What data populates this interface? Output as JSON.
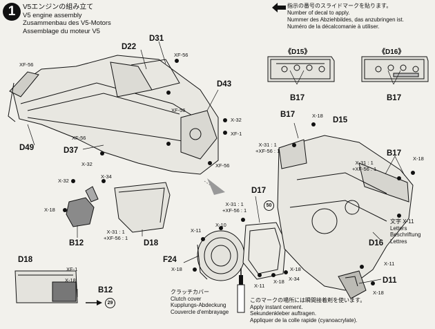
{
  "step": {
    "number": "1"
  },
  "title": {
    "jp": "V5エンジンの組み立て",
    "en": "V5 engine assembly",
    "de": "Zusammenbau des V5-Motors",
    "fr": "Assemblage du moteur V5"
  },
  "decal_legend": {
    "jp": "指示の番号のスライドマークを貼ります。",
    "en": "Number of decal to apply.",
    "de": "Nummer des Abziehbildes, das anzubringen ist.",
    "fr": "Numéro de la décalcomanie à utiliser."
  },
  "insets": {
    "d15": {
      "title": "《D15》",
      "decal": "B17"
    },
    "d16": {
      "title": "《D16》",
      "decal": "B17"
    }
  },
  "part_labels": {
    "d22": "D22",
    "d31": "D31",
    "d43": "D43",
    "d49": "D49",
    "d37": "D37",
    "b12_main": "B12",
    "d18_main": "D18",
    "d17": "D17",
    "f24": "F24",
    "b17_top": "B17",
    "d15": "D15",
    "b17_right": "B17",
    "d16": "D16",
    "d11": "D11",
    "d18_inset": "D18",
    "b12_inset": "B12"
  },
  "screw_labels": {
    "xf56_a": "XF-56",
    "xf56_b": "XF-56",
    "xf56_c": "XF-56",
    "xf56_d": "XF-56",
    "x32_a": "X-32",
    "xf1_a": "XF-1",
    "xf56_e": "XF-56",
    "x32_b": "X-32",
    "x32_c": "X-32",
    "x34_a": "X-34",
    "x18_a": "X-18",
    "x18_b": "X-18",
    "x18_c": "X-18",
    "x18_d": "X-18",
    "x11_a": "X-11",
    "x10_a": "X-10",
    "x18_e": "X-18",
    "x11_b": "X-11",
    "x18_f": "X-18",
    "x34_b": "X-34",
    "x11_c": "X-11",
    "x18_g": "X-18",
    "xf1_b": "XF-1",
    "x18_h": "X-18"
  },
  "mix_labels": {
    "mix_a_1": "X-31 : 1",
    "mix_a_2": "+XF-56 : 1",
    "mix_b_1": "X-31 : 1",
    "mix_b_2": "+XF-56 : 1",
    "mix_c_1": "X-31 : 1",
    "mix_c_2": "+XF-56 : 1",
    "mix_d_1": "X-31 : 1",
    "mix_d_2": "+XF-56 : 1"
  },
  "clutch_cover": {
    "jp": "クラッチカバー",
    "en": "Clutch cover",
    "de": "Kupplungs-Abdeckung",
    "fr": "Couvercle d'embrayage"
  },
  "cement_note": {
    "jp": "このマークの場所には瞬間接着剤を使います。",
    "en": "Apply instant cement.",
    "de": "Sekundenkleber auftragen.",
    "fr": "Appliquer de la colle rapide (cyanoacrylate)."
  },
  "letters_note": {
    "jp": "文字 X-11",
    "en": "Letters",
    "de": "Beschriftung",
    "fr": "Lettres"
  },
  "step_refs": {
    "ref_50": "50",
    "ref_29": "29"
  },
  "colors": {
    "ink": "#111111",
    "paper": "#f2f1ec",
    "shade": "#7a7a7a"
  }
}
